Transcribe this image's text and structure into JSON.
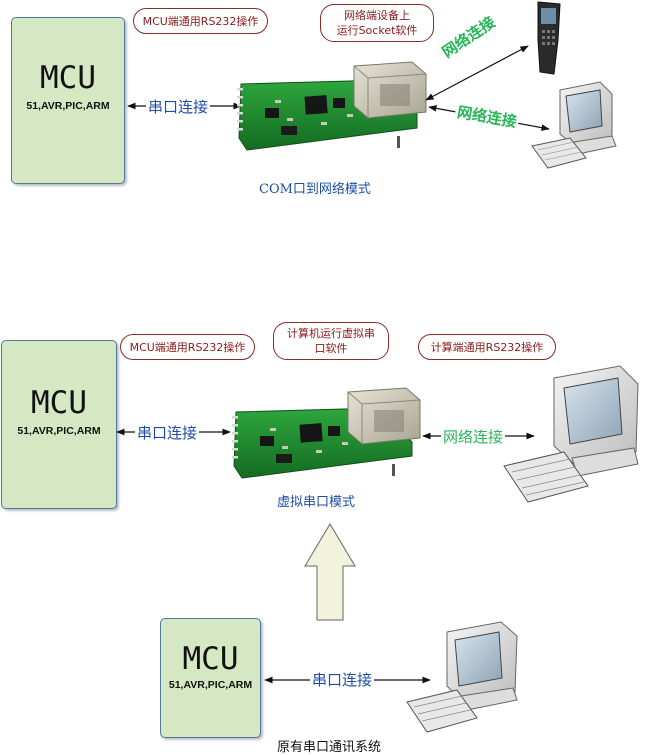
{
  "top": {
    "mcu_title": "MCU",
    "mcu_sub": "51,AVR,PIC,ARM",
    "bubble_mcu": "MCU端通用RS232操作",
    "bubble_net_line1": "网络端设备上",
    "bubble_net_line2": "运行Socket软件",
    "serial_label": "串口连接",
    "net_label_1": "网络连接",
    "net_label_2": "网络连接",
    "caption": "COM口到网络模式"
  },
  "middle": {
    "mcu_title": "MCU",
    "mcu_sub": "51,AVR,PIC,ARM",
    "bubble_mcu": "MCU端通用RS232操作",
    "bubble_pc_line1": "计算机运行虚拟串",
    "bubble_pc_line2": "口软件",
    "bubble_right": "计算端通用RS232操作",
    "serial_label": "串口连接",
    "net_label": "网络连接",
    "caption": "虚拟串口模式"
  },
  "bottom": {
    "mcu_title": "MCU",
    "mcu_sub": "51,AVR,PIC,ARM",
    "serial_label": "串口连接",
    "caption": "原有串口通讯系统"
  },
  "colors": {
    "mcu_fill": "#d6e8c3",
    "pcb": "#1d8a2e",
    "arrow_fill": "#f1f3dc",
    "label_blue": "#1f4ea8",
    "label_green": "#2bb55a",
    "bubble_text": "#8b1a1a"
  },
  "icons": [
    "pcb-module-icon",
    "rj45-jack-icon",
    "handheld-terminal-icon",
    "desktop-computer-icon",
    "up-arrow-icon"
  ]
}
